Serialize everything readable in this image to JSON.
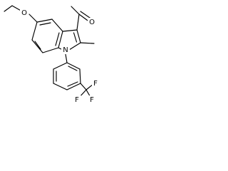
{
  "molecule": {
    "atom_labels": {
      "ethoxy_oxygen": "O",
      "acetyl_oxygen": "O",
      "indole_nitrogen": "N",
      "fluorine_top": "F",
      "fluorine_left": "F",
      "fluorine_right": "F"
    }
  }
}
